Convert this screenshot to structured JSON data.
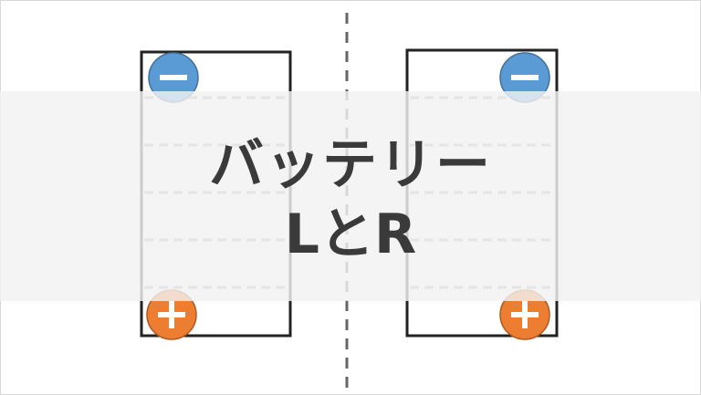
{
  "title": {
    "line1": "バッテリー",
    "line2": "LとR"
  },
  "batteries": [
    {
      "name": "left",
      "top_terminal": "minus",
      "bottom_terminal": "plus"
    },
    {
      "name": "right",
      "top_terminal": "minus",
      "bottom_terminal": "plus"
    }
  ],
  "colors": {
    "minus": "#5b9bd5",
    "plus": "#ed7d31",
    "outline": "#222222",
    "text": "#3a3a3a"
  }
}
